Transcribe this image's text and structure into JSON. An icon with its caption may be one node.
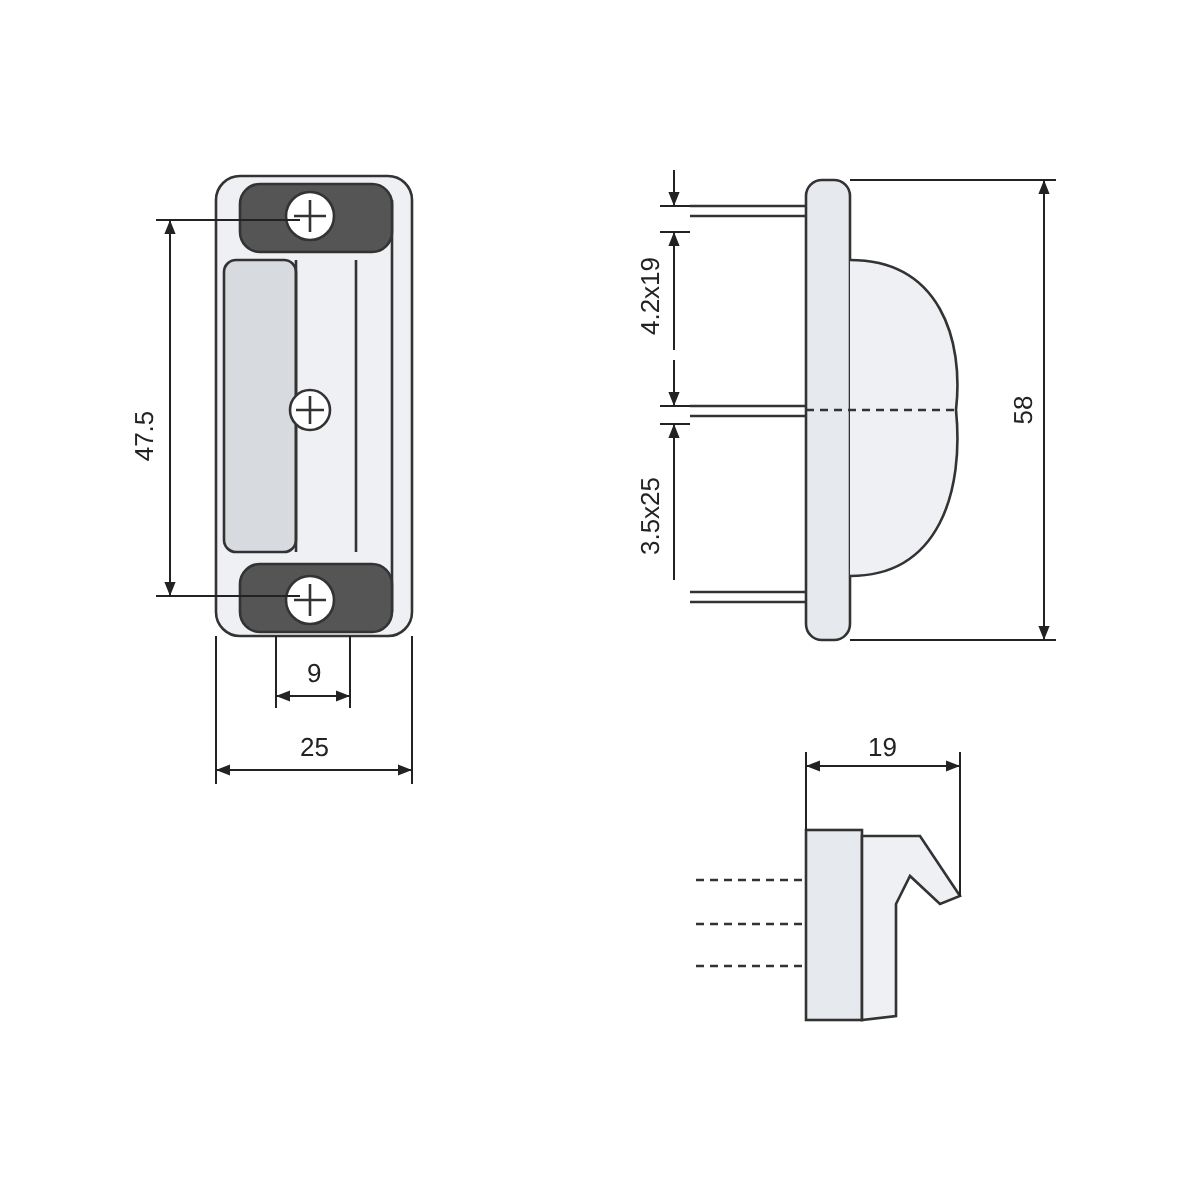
{
  "diagram": {
    "labels": [
      "4.2x19",
      "58",
      "47.5",
      "3.5x25",
      "9",
      "25",
      "19"
    ]
  }
}
